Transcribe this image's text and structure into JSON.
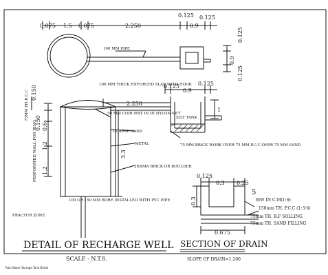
{
  "drawing": {
    "footer_caption": "Rain Water Storage Tank Detail",
    "colors": {
      "line": "#111111",
      "paper": "#ffffff"
    }
  },
  "top_dims": {
    "d1": "0.075",
    "d2": "1.5",
    "d3": "0.075",
    "d4": "2.250",
    "d5": "0.125",
    "d6": "0.9",
    "d7": "0.125"
  },
  "plan": {
    "pipe_label": "100 MM PIPE",
    "right_dims": {
      "r1": "0.125",
      "r2": "0.9",
      "r3": "0.125"
    }
  },
  "well": {
    "left_vertical": "75MM TH.R.C.C",
    "dim_0150": "0.150",
    "dim_0150b": "0.150",
    "dim_06": "0.6",
    "dim_12a": "1.2",
    "dim_12b": "1.2",
    "perforated_label": "PERFORATED WALL FOR RING",
    "dim_33": "3.3",
    "dim_2250": "2.250",
    "slab_label": "100 MM THICK ENFORCED SLAB WITH HOOK",
    "coir_label": "50 MM COIR MAT IN IN NYLON NET",
    "coarse_sand": "COARSE SAND",
    "metal": "METAL",
    "jhama": "JHAMA BRICK OR BOULDER",
    "bore_label": "100 OR 150 MM BORE INSTALLED WITH PVC PIPE",
    "fracture_zone": "FRACTUR ZONE",
    "title": "DETAIL OF RECHARGE WELL",
    "scale": "SCALE - N.T.S."
  },
  "silt_tank": {
    "dim_0125a": "0.125",
    "dim_09": "0.9",
    "dim_0125b": "0.125",
    "dim_1": "1",
    "label": "SILT TANK",
    "brick_note": "75 MM BRICK WORK OVER 75 MM P.C.C OVER 75 MM SAND"
  },
  "drain": {
    "dim_0125": "0.125",
    "dim_03": "0.3",
    "dim_025": "0.25",
    "dim_03v": "0.3",
    "dim_0675": "0.675",
    "num_5": "5",
    "bw": "B/W IN C.M(1:6)",
    "pcc": "150mm TH. P.C.C (1:3:6)",
    "bf": "75mm TH. B.F SOLLING",
    "sand": "75mm TH. SAND FILLING",
    "title": "SECTION OF DRAIN",
    "slope": "SLOPE OF DRAIN=1:200"
  }
}
